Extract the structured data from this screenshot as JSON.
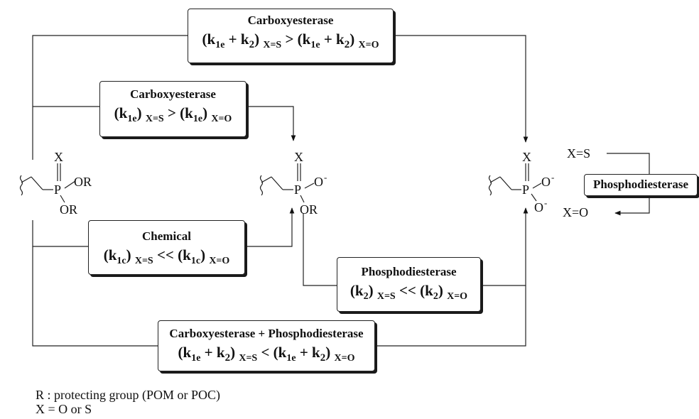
{
  "boxes": {
    "top": {
      "title": "Carboxyesterase",
      "k_left": "k",
      "s_left": "1e",
      "k_left2": "k",
      "s_left2": "2",
      "c_left": "X=S",
      "op": ">",
      "k_right": "k",
      "s_right": "1e",
      "k_right2": "k",
      "s_right2": "2",
      "c_right": "X=O"
    },
    "second": {
      "title": "Carboxyesterase",
      "k_left": "k",
      "s_left": "1e",
      "c_left": "X=S",
      "op": ">",
      "k_right": "k",
      "s_right": "1e",
      "c_right": "X=O"
    },
    "chemical": {
      "title": "Chemical",
      "k_left": "k",
      "s_left": "1c",
      "c_left": "X=S",
      "op": "<<",
      "k_right": "k",
      "s_right": "1c",
      "c_right": "X=O"
    },
    "phospho": {
      "title": "Phosphodiesterase",
      "k_left": "k",
      "s_left": "2",
      "c_left": "X=S",
      "op": "<<",
      "k_right": "k",
      "s_right": "2",
      "c_right": "X=O"
    },
    "bottom": {
      "title": "Carboxyesterase + Phosphodiesterase",
      "k_left": "k",
      "s_left": "1e",
      "k_left2": "k",
      "s_left2": "2",
      "c_left": "X=S",
      "op": "<",
      "k_right": "k",
      "s_right": "1e",
      "k_right2": "k",
      "s_right2": "2",
      "c_right": "X=O"
    },
    "side": {
      "title": "Phosphodiesterase"
    }
  },
  "structures": {
    "left": {
      "x": "X",
      "p": "P",
      "or1": "OR",
      "or2": "OR"
    },
    "middle": {
      "x": "X",
      "p": "P",
      "o": "O",
      "minus": "-",
      "or": "OR"
    },
    "right": {
      "x": "X",
      "p": "P",
      "o1": "O",
      "o2": "O",
      "minus": "-"
    }
  },
  "side_labels": {
    "xs": "X=S",
    "xo": "X=O"
  },
  "legend": {
    "line1": "R : protecting group (POM or POC)",
    "line2": "X = O or S"
  }
}
